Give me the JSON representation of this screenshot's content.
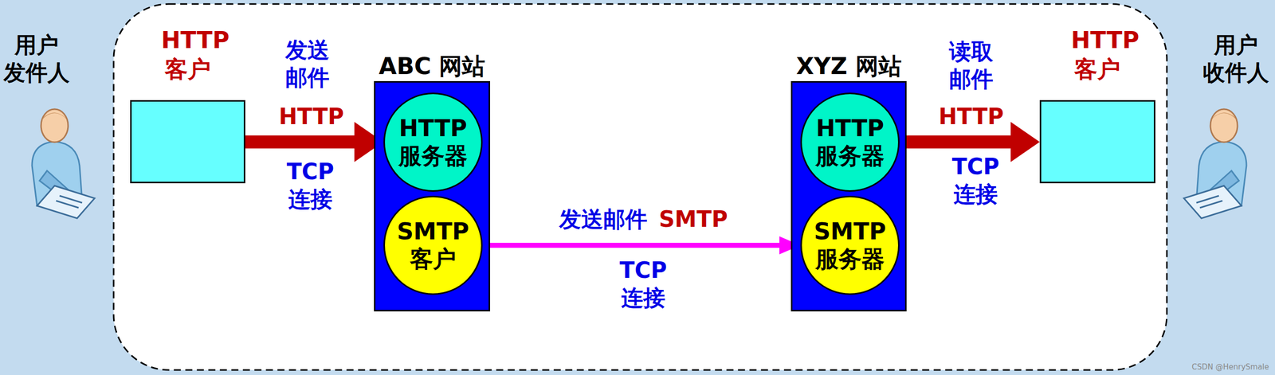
{
  "diagram": {
    "nodes": [
      {
        "text": [
          "HTTP 客户"
        ]
      },
      {
        "text": [
          "ABC 网站"
        ]
      },
      {
        "text": [
          "HTTP 服务器"
        ],
        "in": 1
      },
      {
        "text": [
          "SMTP 客户"
        ],
        "in": 1
      },
      {
        "text": [
          "XYZ 网站"
        ]
      },
      {
        "text": [
          "HTTP 服务器"
        ],
        "in": 4
      },
      {
        "text": [
          "SMTP 服务器"
        ],
        "in": 4
      },
      {
        "text": [
          "HTTP 客户"
        ]
      }
    ],
    "edges": [
      {
        "from": 0,
        "to": 2,
        "arrow": "to",
        "label": "发送 邮件"
      },
      {
        "from": 3,
        "to": 6,
        "arrow": "to",
        "label": "发送邮件"
      },
      {
        "from": 5,
        "to": 7,
        "arrow": "to",
        "label": "读取 邮件"
      }
    ],
    "labels": [
      "用户 发件人",
      "用户 收件人",
      "HTTP",
      "TCP 连接",
      "SMTP",
      "TCP 连接",
      "HTTP",
      "TCP 连接",
      "CSDN @HenrySmale"
    ]
  }
}
